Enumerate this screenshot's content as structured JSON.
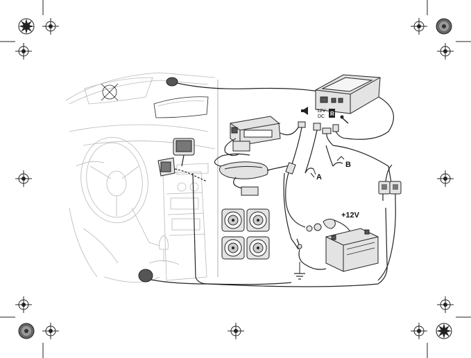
{
  "labels": {
    "connector_a": "A",
    "connector_b": "B",
    "battery_voltage": "+12V",
    "device_voltage_line1": "12V",
    "device_voltage_line2": "DC",
    "device_port": "R"
  },
  "colors": {
    "line": "#222222",
    "car_outline": "#b8b8b8",
    "component_fill": "#e3e3e3"
  }
}
